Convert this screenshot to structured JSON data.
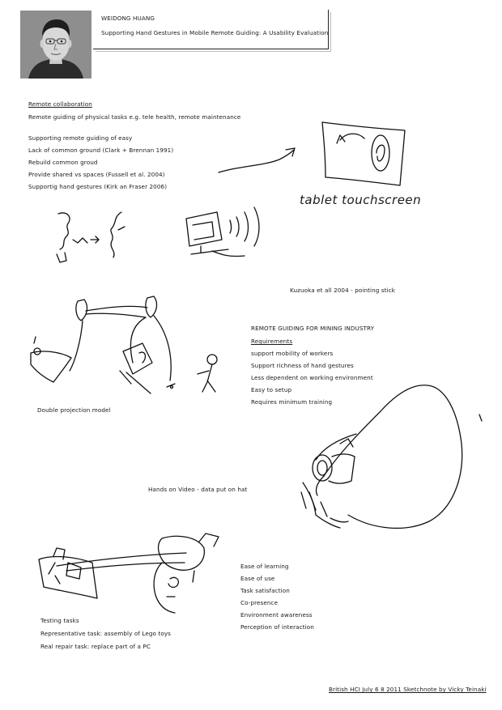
{
  "header": {
    "author": "WEIDONG HUANG",
    "title": "Supporting Hand Gestures in Mobile Remote Guiding: A Usability Evaluation"
  },
  "intro": {
    "heading": "Remote collaboration",
    "lines": [
      "Remote guiding of physical tasks e.g. tele health, remote maintenance",
      "Supporting remote guiding of easy",
      "Lack of common ground (Clark + Brennan 1991)",
      "Rebuild common groud",
      "Provide shared vs spaces (Fussell et al. 2004)",
      "Supportig hand gestures (Kirk an Fraser 2006)"
    ]
  },
  "sketch_labels": {
    "tablet": "tablet touchscreen",
    "kuzuoka": "Kuzuoka et all 2004 - pointing stick",
    "double_projection": "Double projection model",
    "hands_on_video": "Hands on Video - data put on hat"
  },
  "mining": {
    "title": "REMOTE GUIDING FOR MINING INDUSTRY",
    "heading": "Requirements",
    "items": [
      "support mobility of workers",
      "Support richness of hand gestures",
      "Less dependent on working environment",
      "Easy to setup",
      "Requires minimum training"
    ]
  },
  "evaluation": {
    "items": [
      "Ease of learning",
      "Ease of use",
      "Task satisfaction",
      "Co-presence",
      "Environment awareness",
      "Perception of interaction"
    ]
  },
  "testing": {
    "lines": [
      "Testing tasks",
      "Representative task: assembly of Lego toys",
      "Real repair task: replace part of a PC"
    ]
  },
  "footer": {
    "credit": "British HCI July 6 8 2011 Sketchnote by Vicky Teinaki"
  }
}
